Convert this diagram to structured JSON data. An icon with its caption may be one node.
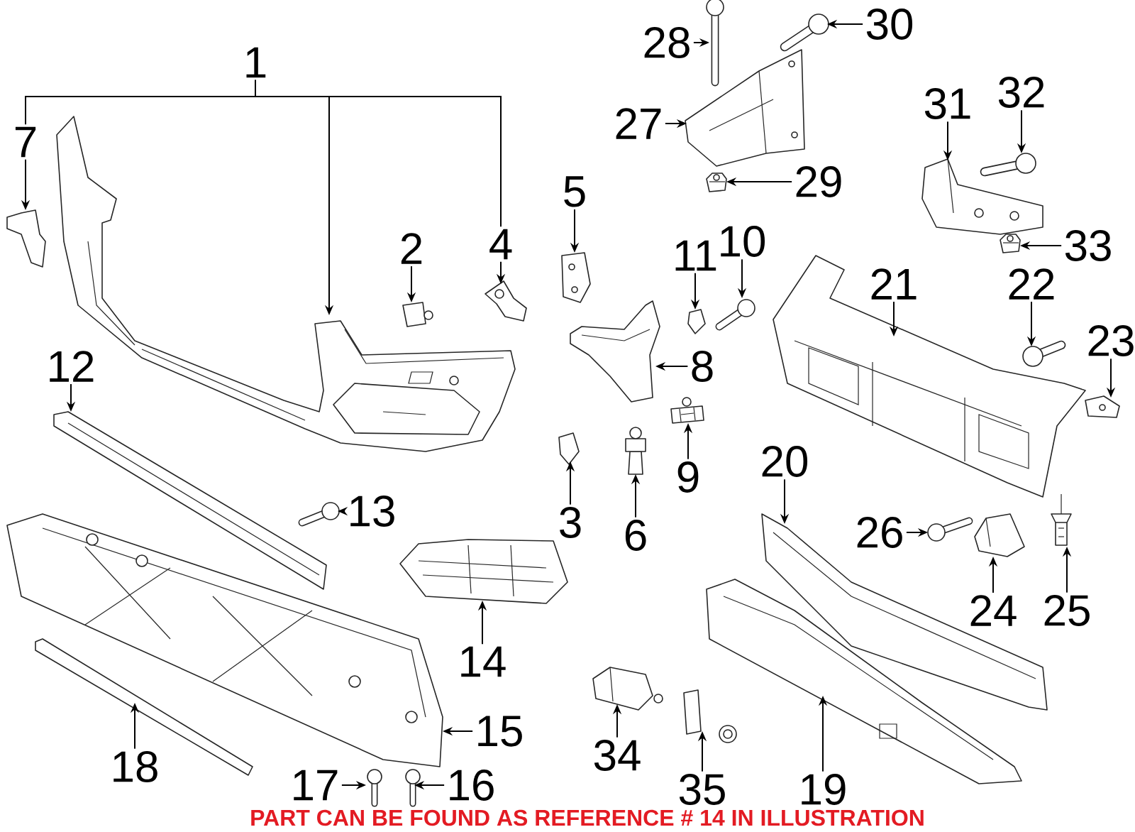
{
  "diagram": {
    "nodes": [
      {
        "text": [
          "1"
        ]
      },
      {
        "text": [],
        "shape": "picture"
      },
      {
        "text": [
          "2"
        ]
      },
      {
        "text": [],
        "shape": "picture"
      },
      {
        "text": [
          "3"
        ]
      },
      {
        "text": [],
        "shape": "picture"
      },
      {
        "text": [
          "4"
        ]
      },
      {
        "text": [],
        "shape": "picture"
      },
      {
        "text": [
          "5"
        ]
      },
      {
        "text": [],
        "shape": "picture"
      },
      {
        "text": [
          "6"
        ]
      },
      {
        "text": [],
        "shape": "picture"
      },
      {
        "text": [
          "7"
        ]
      },
      {
        "text": [],
        "shape": "picture"
      },
      {
        "text": [
          "8"
        ]
      },
      {
        "text": [],
        "shape": "picture"
      },
      {
        "text": [
          "9"
        ]
      },
      {
        "text": [],
        "shape": "picture"
      },
      {
        "text": [
          "10"
        ]
      },
      {
        "text": [],
        "shape": "picture"
      },
      {
        "text": [
          "11"
        ]
      },
      {
        "text": [],
        "shape": "picture"
      },
      {
        "text": [
          "12"
        ]
      },
      {
        "text": [],
        "shape": "picture"
      },
      {
        "text": [
          "13"
        ]
      },
      {
        "text": [],
        "shape": "picture"
      },
      {
        "text": [
          "14"
        ]
      },
      {
        "text": [],
        "shape": "picture"
      },
      {
        "text": [
          "15"
        ]
      },
      {
        "text": [],
        "shape": "picture"
      },
      {
        "text": [
          "16"
        ]
      },
      {
        "text": [],
        "shape": "picture"
      },
      {
        "text": [
          "17"
        ]
      },
      {
        "text": [],
        "shape": "picture"
      },
      {
        "text": [
          "18"
        ]
      },
      {
        "text": [],
        "shape": "picture"
      },
      {
        "text": [
          "19"
        ]
      },
      {
        "text": [],
        "shape": "picture"
      },
      {
        "text": [
          "20"
        ]
      },
      {
        "text": [],
        "shape": "picture"
      },
      {
        "text": [
          "21"
        ]
      },
      {
        "text": [],
        "shape": "picture"
      },
      {
        "text": [
          "22"
        ]
      },
      {
        "text": [],
        "shape": "picture"
      },
      {
        "text": [
          "23"
        ]
      },
      {
        "text": [],
        "shape": "picture"
      },
      {
        "text": [
          "24"
        ]
      },
      {
        "text": [],
        "shape": "picture"
      },
      {
        "text": [
          "25"
        ]
      },
      {
        "text": [],
        "shape": "picture"
      },
      {
        "text": [
          "26"
        ]
      },
      {
        "text": [],
        "shape": "picture"
      },
      {
        "text": [
          "27"
        ]
      },
      {
        "text": [],
        "shape": "picture"
      },
      {
        "text": [
          "28"
        ]
      },
      {
        "text": [],
        "shape": "picture"
      },
      {
        "text": [
          "29"
        ]
      },
      {
        "text": [],
        "shape": "picture"
      },
      {
        "text": [
          "30"
        ]
      },
      {
        "text": [],
        "shape": "picture"
      },
      {
        "text": [
          "31"
        ]
      },
      {
        "text": [],
        "shape": "picture"
      },
      {
        "text": [
          "32"
        ]
      },
      {
        "text": [],
        "shape": "picture"
      },
      {
        "text": [
          "33"
        ]
      },
      {
        "text": [],
        "shape": "picture"
      },
      {
        "text": [
          "34"
        ]
      },
      {
        "text": [],
        "shape": "picture"
      },
      {
        "text": [
          "35"
        ]
      },
      {
        "text": [],
        "shape": "picture"
      }
    ],
    "edges": [
      {
        "from": 0,
        "to": 1,
        "arrow": "to"
      },
      {
        "from": 2,
        "to": 3,
        "arrow": "to"
      },
      {
        "from": 4,
        "to": 5,
        "arrow": "to"
      },
      {
        "from": 6,
        "to": 7,
        "arrow": "to"
      },
      {
        "from": 8,
        "to": 9,
        "arrow": "to"
      },
      {
        "from": 10,
        "to": 11,
        "arrow": "to"
      },
      {
        "from": 12,
        "to": 13,
        "arrow": "to"
      },
      {
        "from": 14,
        "to": 15,
        "arrow": "to"
      },
      {
        "from": 16,
        "to": 17,
        "arrow": "to"
      },
      {
        "from": 18,
        "to": 19,
        "arrow": "to"
      },
      {
        "from": 20,
        "to": 21,
        "arrow": "to"
      },
      {
        "from": 22,
        "to": 23,
        "arrow": "to"
      },
      {
        "from": 24,
        "to": 25,
        "arrow": "to"
      },
      {
        "from": 26,
        "to": 27,
        "arrow": "to"
      },
      {
        "from": 28,
        "to": 29,
        "arrow": "to"
      },
      {
        "from": 30,
        "to": 31,
        "arrow": "to"
      },
      {
        "from": 32,
        "to": 33,
        "arrow": "to"
      },
      {
        "from": 34,
        "to": 35,
        "arrow": "to"
      },
      {
        "from": 36,
        "to": 37,
        "arrow": "to"
      },
      {
        "from": 38,
        "to": 39,
        "arrow": "to"
      },
      {
        "from": 40,
        "to": 41,
        "arrow": "to"
      },
      {
        "from": 42,
        "to": 43,
        "arrow": "to"
      },
      {
        "from": 44,
        "to": 45,
        "arrow": "to"
      },
      {
        "from": 46,
        "to": 47,
        "arrow": "to"
      },
      {
        "from": 48,
        "to": 49,
        "arrow": "to"
      },
      {
        "from": 50,
        "to": 51,
        "arrow": "to"
      },
      {
        "from": 52,
        "to": 53,
        "arrow": "to"
      },
      {
        "from": 54,
        "to": 55,
        "arrow": "to"
      },
      {
        "from": 56,
        "to": 57,
        "arrow": "to"
      },
      {
        "from": 58,
        "to": 59,
        "arrow": "to"
      },
      {
        "from": 60,
        "to": 61,
        "arrow": "to"
      },
      {
        "from": 62,
        "to": 63,
        "arrow": "to"
      },
      {
        "from": 64,
        "to": 65,
        "arrow": "to"
      },
      {
        "from": 66,
        "to": 67,
        "arrow": "to"
      },
      {
        "from": 68,
        "to": 69,
        "arrow": "to"
      },
      {
        "from": 0,
        "to": 12,
        "arrow": "none"
      },
      {
        "from": 0,
        "to": 6,
        "arrow": "none"
      }
    ],
    "labels": [
      "PART CAN BE FOUND AS REFERENCE # 14 IN ILLUSTRATION"
    ]
  }
}
